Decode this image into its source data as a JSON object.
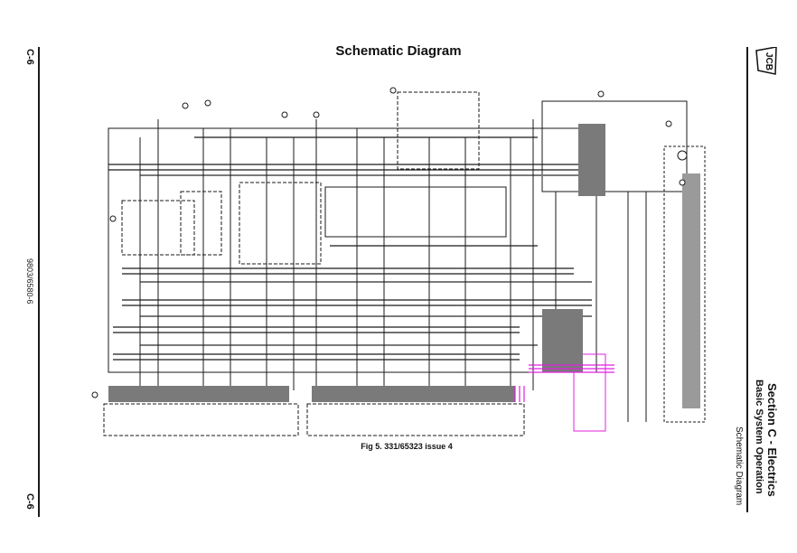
{
  "page": {
    "title": "Schematic Diagram",
    "page_number_top": "C-6",
    "page_number_bottom": "C-6",
    "doc_reference": "9803/6580-6",
    "figure_caption": "Fig 5. 331/65323 issue 4",
    "logo_text": "JCB"
  },
  "section_header": {
    "section": "Section C - Electrics",
    "subsection": "Basic System Operation",
    "topic": "Schematic Diagram"
  },
  "colors": {
    "ink": "#1a1a1a",
    "wire_grey": "#7a7a7a",
    "highlight_magenta": "#e020e0"
  }
}
